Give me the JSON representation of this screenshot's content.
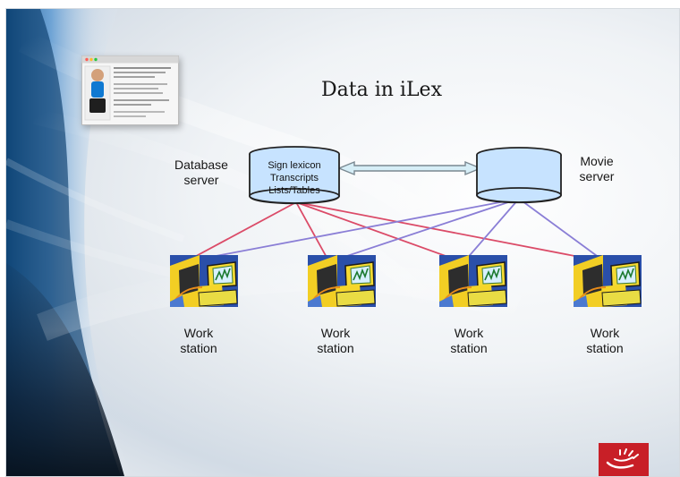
{
  "title": "Data in iLex",
  "database_server": {
    "label_lines": [
      "Database",
      "server"
    ],
    "contents": [
      "Sign lexicon",
      "Transcripts",
      "Lists/Tables"
    ]
  },
  "movie_server": {
    "label_lines": [
      "Movie",
      "server"
    ]
  },
  "workstations": [
    {
      "label_lines": [
        "Work",
        "station"
      ]
    },
    {
      "label_lines": [
        "Work",
        "station"
      ]
    },
    {
      "label_lines": [
        "Work",
        "station"
      ]
    },
    {
      "label_lines": [
        "Work",
        "station"
      ]
    }
  ],
  "colors": {
    "database_links": "#db4b68",
    "movie_links": "#8a7ed6",
    "cylinder_fill": "#c7e3ff",
    "arrow_fill": "#d6eef7",
    "logo_red": "#c81f27"
  }
}
